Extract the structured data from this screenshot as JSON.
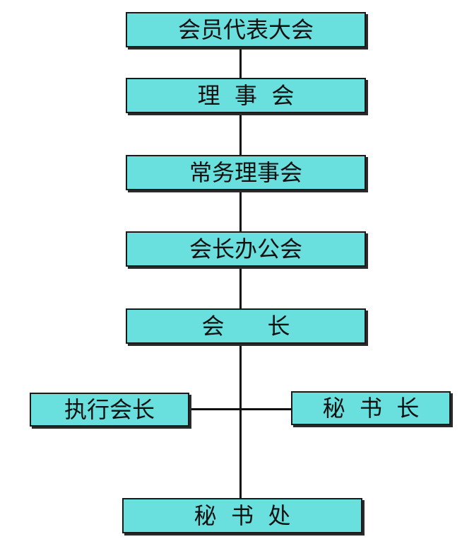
{
  "colors": {
    "box_fill": "#6ae0de",
    "box_border": "#1a1a1a",
    "connector": "#111111",
    "text": "#111111"
  },
  "nodes": {
    "general_assembly": "会员代表大会",
    "council": "理  事  会",
    "standing_council": "常务理事会",
    "president_office_meeting": "会长办公会",
    "president": "会      长",
    "executive_president": "执行会长",
    "secretary_general": "秘  书  长",
    "secretariat": "秘  书  处"
  }
}
